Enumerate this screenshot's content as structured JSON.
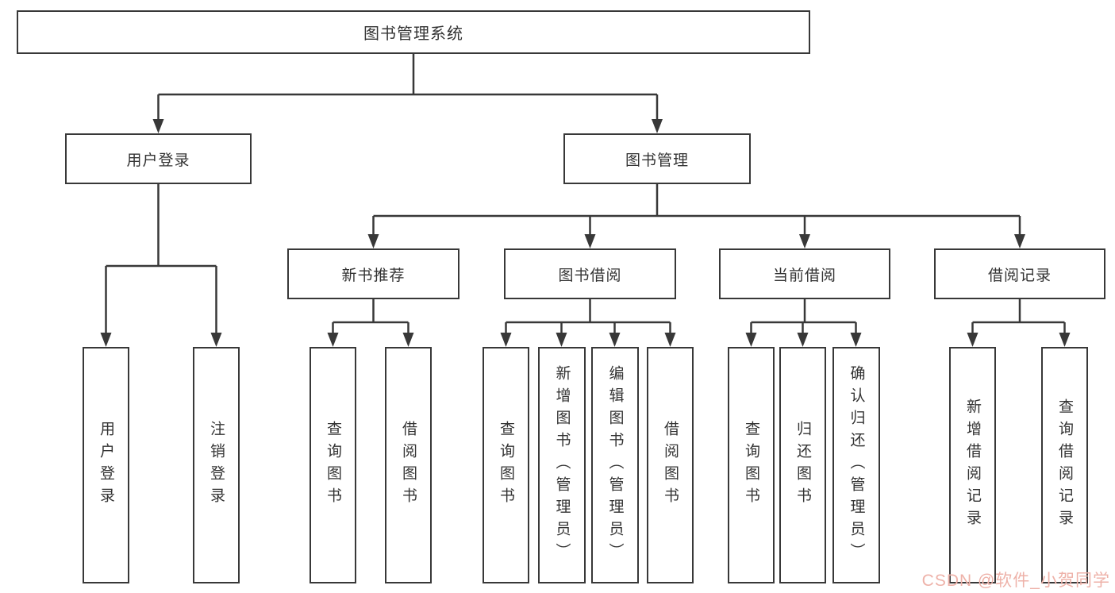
{
  "tree": {
    "root": {
      "label": "图书管理系统"
    },
    "branches": [
      {
        "label": "用户登录",
        "children": [
          {
            "label": "用户登录"
          },
          {
            "label": "注销登录"
          }
        ]
      },
      {
        "label": "图书管理",
        "sections": [
          {
            "label": "新书推荐",
            "children": [
              {
                "label": "查询图书"
              },
              {
                "label": "借阅图书"
              }
            ]
          },
          {
            "label": "图书借阅",
            "children": [
              {
                "label": "查询图书"
              },
              {
                "label": "新增图书（管理员）"
              },
              {
                "label": "编辑图书（管理员）"
              },
              {
                "label": "借阅图书"
              }
            ]
          },
          {
            "label": "当前借阅",
            "children": [
              {
                "label": "查询图书"
              },
              {
                "label": "归还图书"
              },
              {
                "label": "确认归还（管理员）"
              }
            ]
          },
          {
            "label": "借阅记录",
            "children": [
              {
                "label": "新增借阅记录"
              },
              {
                "label": "查询借阅记录"
              }
            ]
          }
        ]
      }
    ]
  },
  "watermark": {
    "text": "CSDN @软件_小贺同学"
  },
  "colors": {
    "line": "#383838",
    "box_border": "#383838",
    "box_fill": "#ffffff",
    "text": "#333333",
    "watermark": "#eeb2a9"
  }
}
